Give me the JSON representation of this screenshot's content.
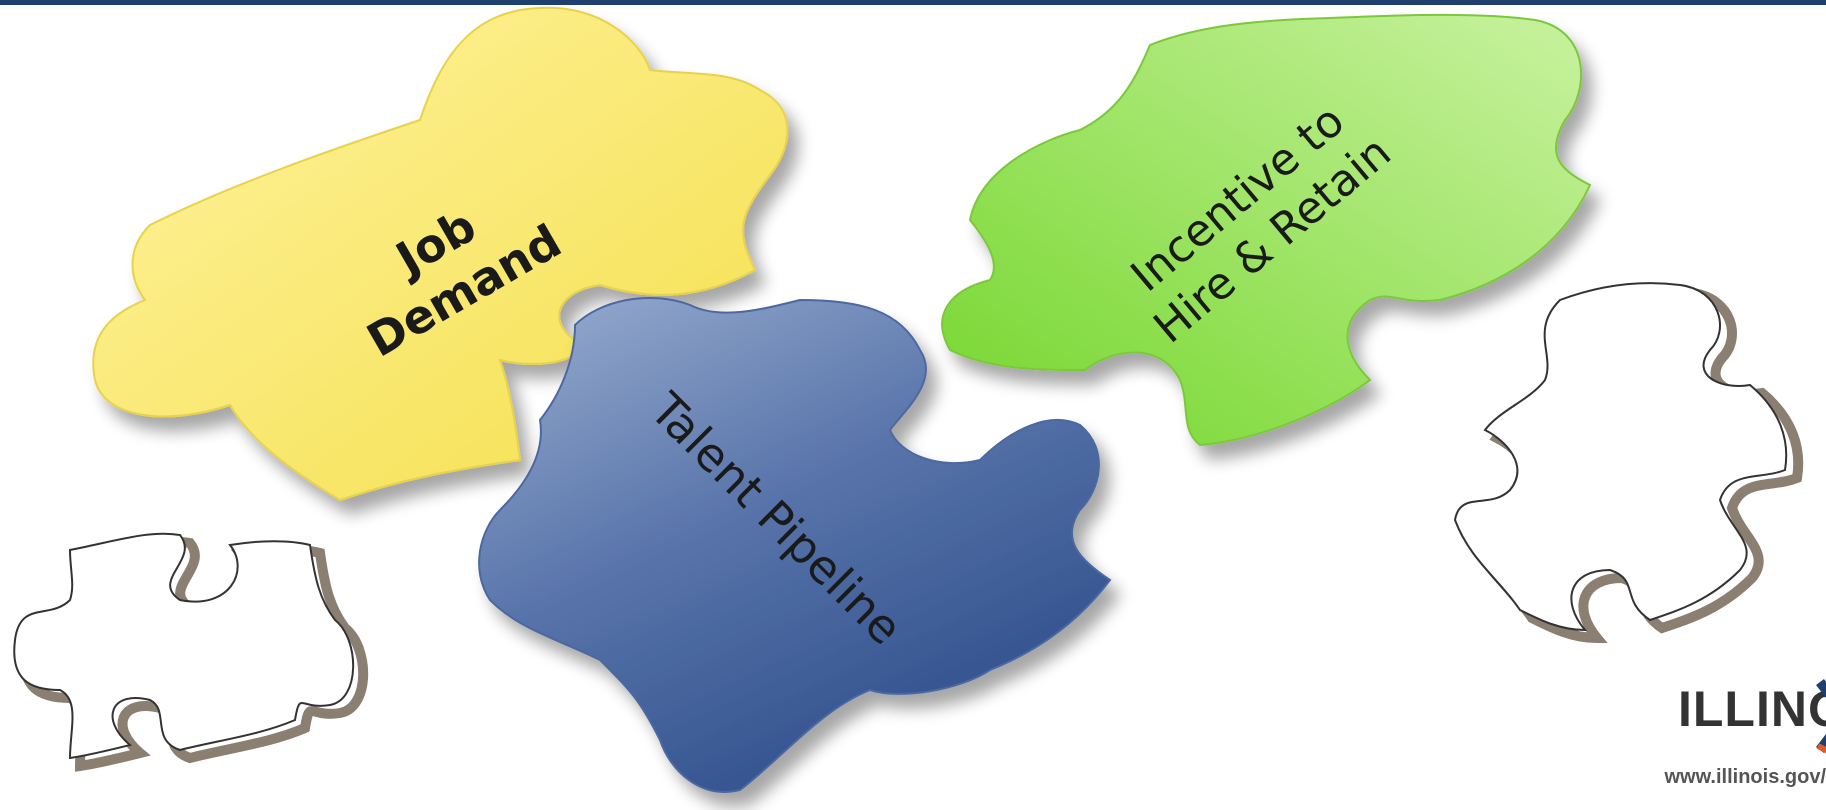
{
  "pieces": {
    "job_demand": {
      "line1": "Job",
      "line2": "Demand",
      "color": "#f7e66a"
    },
    "talent_pipeline": {
      "label": "Talent Pipeline",
      "color": "#4f6fa8"
    },
    "incentive": {
      "line1": "Incentive to",
      "line2": "Hire & Retain",
      "color": "#8bdc3a"
    }
  },
  "logo": {
    "wordmark": "ILLINOIS",
    "url": "www.illinois.gov/",
    "accent": "#1f3f6e"
  },
  "colors": {
    "header_bar": "#1f3f6e",
    "outline_shadow": "#8b7f72"
  }
}
